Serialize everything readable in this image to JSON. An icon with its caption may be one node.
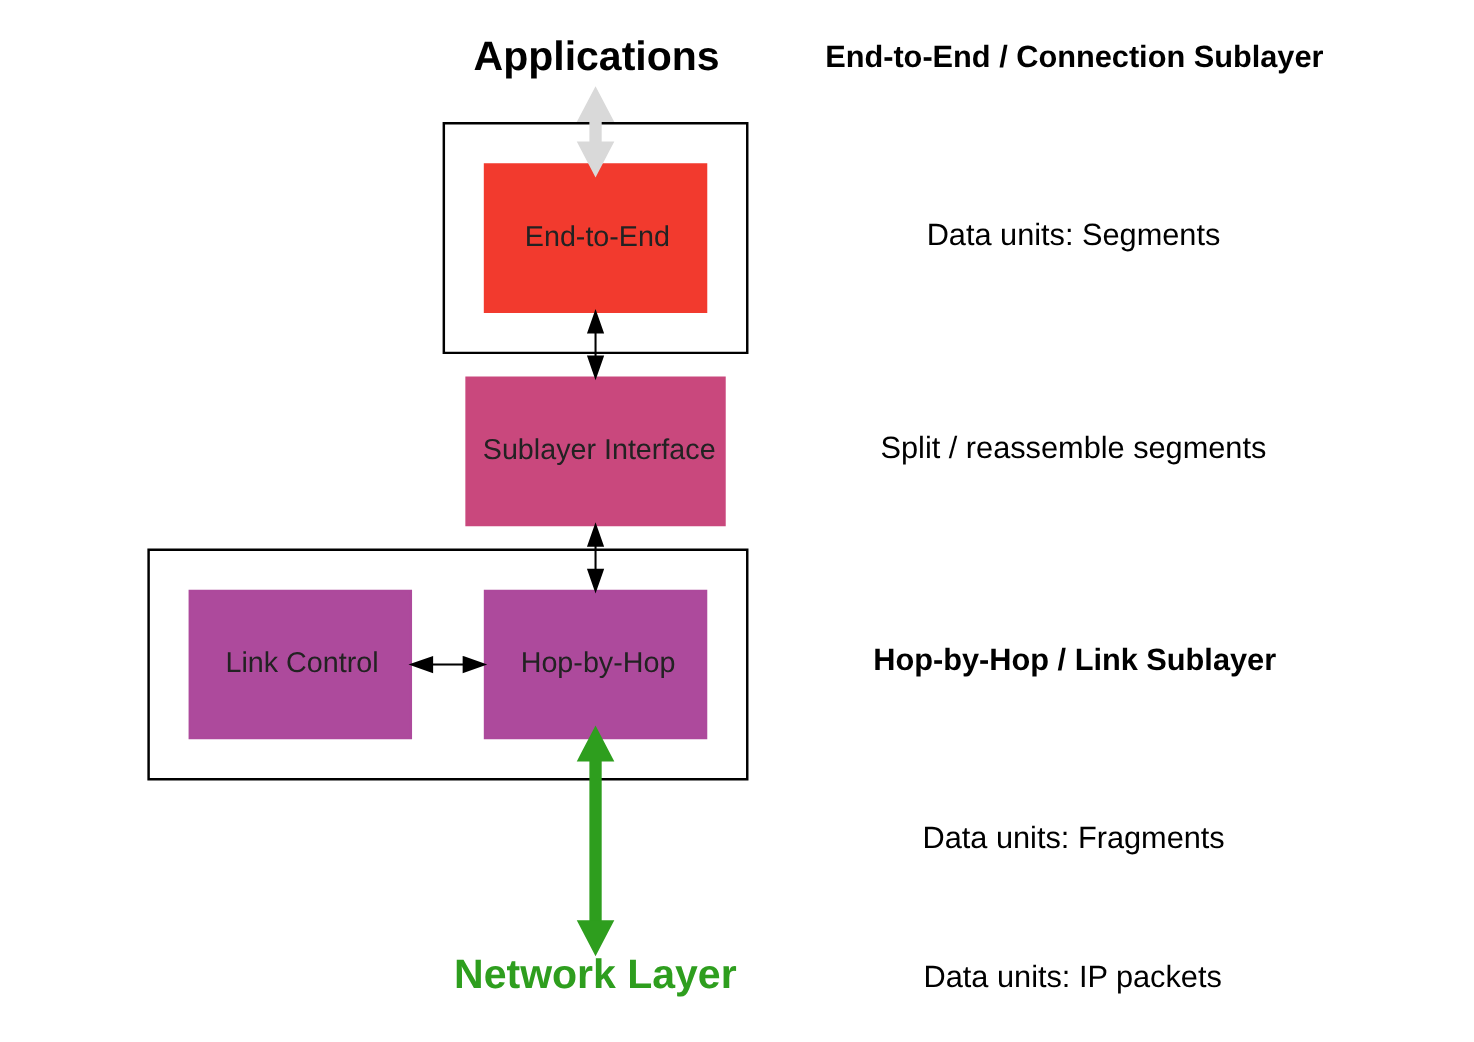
{
  "diagram": {
    "nodes": [
      {
        "text": [
          "Applications"
        ]
      },
      {
        "text": [],
        "shape": "box"
      },
      {
        "text": [
          "End-to-End"
        ],
        "in": 1
      },
      {
        "text": [
          "Sublayer Interface"
        ]
      },
      {
        "text": [],
        "shape": "box"
      },
      {
        "text": [
          "Hop-by-Hop"
        ],
        "in": 4
      },
      {
        "text": [
          "Link Control"
        ],
        "in": 4
      },
      {
        "text": [
          "Network Layer"
        ]
      }
    ],
    "edges": [
      {
        "from": 2,
        "to": 0,
        "arrow": "both",
        "style": "thick",
        "color": "#d9d9d9"
      },
      {
        "from": 2,
        "to": 3,
        "arrow": "both"
      },
      {
        "from": 3,
        "to": 5,
        "arrow": "both"
      },
      {
        "from": 5,
        "to": 6,
        "arrow": "both"
      },
      {
        "from": 5,
        "to": 7,
        "arrow": "both",
        "style": "thick",
        "color": "#2e9e1e"
      }
    ],
    "labels": [
      "End-to-End / Connection Sublayer",
      "Data units: Segments",
      "Split / reassemble segments",
      "Hop-by-Hop / Link Sublayer",
      "Data units: Fragments",
      "Data units: IP packets"
    ]
  }
}
